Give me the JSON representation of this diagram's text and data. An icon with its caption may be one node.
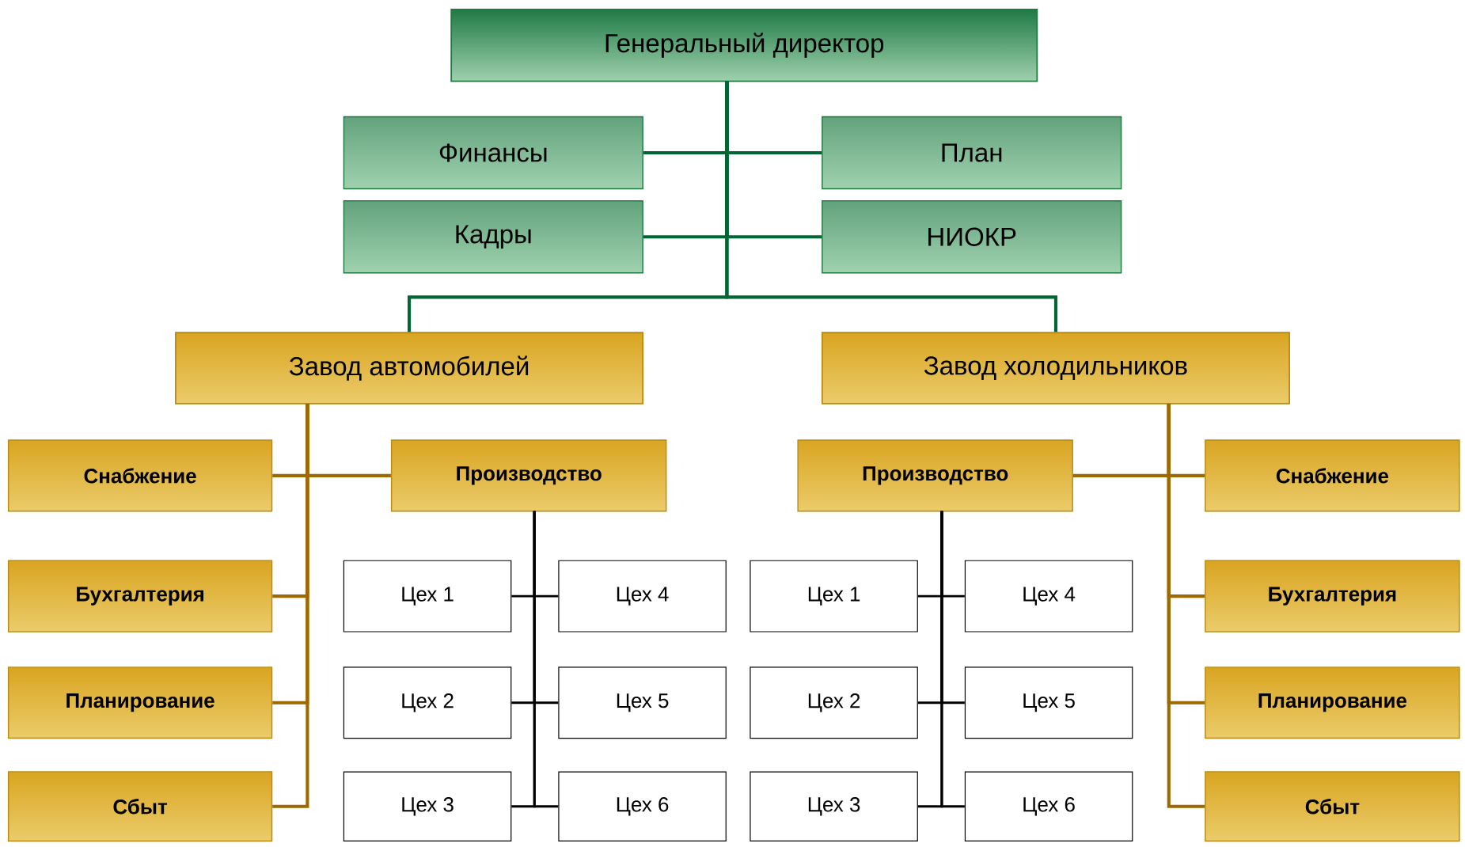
{
  "diagram": {
    "nodes": [
      {
        "text": [
          "Генеральный директор"
        ]
      },
      {
        "text": [
          "Финансы"
        ]
      },
      {
        "text": [
          "План"
        ]
      },
      {
        "text": [
          "Кадры"
        ]
      },
      {
        "text": [
          "НИОКР"
        ]
      },
      {
        "text": [
          "Завод автомобилей"
        ]
      },
      {
        "text": [
          "Завод холодильников"
        ]
      },
      {
        "text": [
          "Снабжение"
        ]
      },
      {
        "text": [
          "Производство"
        ]
      },
      {
        "text": [
          "Бухгалтерия"
        ]
      },
      {
        "text": [
          "Планирование"
        ]
      },
      {
        "text": [
          "Сбыт"
        ]
      },
      {
        "text": [
          "Цех 1"
        ]
      },
      {
        "text": [
          "Цех 4"
        ]
      },
      {
        "text": [
          "Цех 2"
        ]
      },
      {
        "text": [
          "Цех 5"
        ]
      },
      {
        "text": [
          "Цех 3"
        ]
      },
      {
        "text": [
          "Цех 6"
        ]
      },
      {
        "text": [
          "Производство"
        ]
      },
      {
        "text": [
          "Снабжение"
        ]
      },
      {
        "text": [
          "Бухгалтерия"
        ]
      },
      {
        "text": [
          "Планирование"
        ]
      },
      {
        "text": [
          "Сбыт"
        ]
      },
      {
        "text": [
          "Цех 1"
        ]
      },
      {
        "text": [
          "Цех 4"
        ]
      },
      {
        "text": [
          "Цех 2"
        ]
      },
      {
        "text": [
          "Цех 5"
        ]
      },
      {
        "text": [
          "Цех 3"
        ]
      },
      {
        "text": [
          "Цех 6"
        ]
      }
    ],
    "edges": [
      {
        "from": 0,
        "to": 1,
        "arrow": "none",
        "color": "#006633"
      },
      {
        "from": 0,
        "to": 2,
        "arrow": "none",
        "color": "#006633"
      },
      {
        "from": 0,
        "to": 3,
        "arrow": "none",
        "color": "#006633"
      },
      {
        "from": 0,
        "to": 4,
        "arrow": "none",
        "color": "#006633"
      },
      {
        "from": 0,
        "to": 5,
        "arrow": "none",
        "color": "#006633"
      },
      {
        "from": 0,
        "to": 6,
        "arrow": "none",
        "color": "#006633"
      },
      {
        "from": 5,
        "to": 7,
        "arrow": "none",
        "color": "#9c6a00"
      },
      {
        "from": 5,
        "to": 8,
        "arrow": "none",
        "color": "#9c6a00"
      },
      {
        "from": 5,
        "to": 9,
        "arrow": "none",
        "color": "#9c6a00"
      },
      {
        "from": 5,
        "to": 10,
        "arrow": "none",
        "color": "#9c6a00"
      },
      {
        "from": 5,
        "to": 11,
        "arrow": "none",
        "color": "#9c6a00"
      },
      {
        "from": 8,
        "to": 12,
        "arrow": "none"
      },
      {
        "from": 8,
        "to": 13,
        "arrow": "none"
      },
      {
        "from": 8,
        "to": 14,
        "arrow": "none"
      },
      {
        "from": 8,
        "to": 15,
        "arrow": "none"
      },
      {
        "from": 8,
        "to": 16,
        "arrow": "none"
      },
      {
        "from": 8,
        "to": 17,
        "arrow": "none"
      },
      {
        "from": 6,
        "to": 18,
        "arrow": "none",
        "color": "#9c6a00"
      },
      {
        "from": 6,
        "to": 19,
        "arrow": "none",
        "color": "#9c6a00"
      },
      {
        "from": 6,
        "to": 20,
        "arrow": "none",
        "color": "#9c6a00"
      },
      {
        "from": 6,
        "to": 21,
        "arrow": "none",
        "color": "#9c6a00"
      },
      {
        "from": 6,
        "to": 22,
        "arrow": "none",
        "color": "#9c6a00"
      },
      {
        "from": 18,
        "to": 23,
        "arrow": "none"
      },
      {
        "from": 18,
        "to": 24,
        "arrow": "none"
      },
      {
        "from": 18,
        "to": 25,
        "arrow": "none"
      },
      {
        "from": 18,
        "to": 26,
        "arrow": "none"
      },
      {
        "from": 18,
        "to": 27,
        "arrow": "none"
      },
      {
        "from": 18,
        "to": 28,
        "arrow": "none"
      }
    ]
  }
}
